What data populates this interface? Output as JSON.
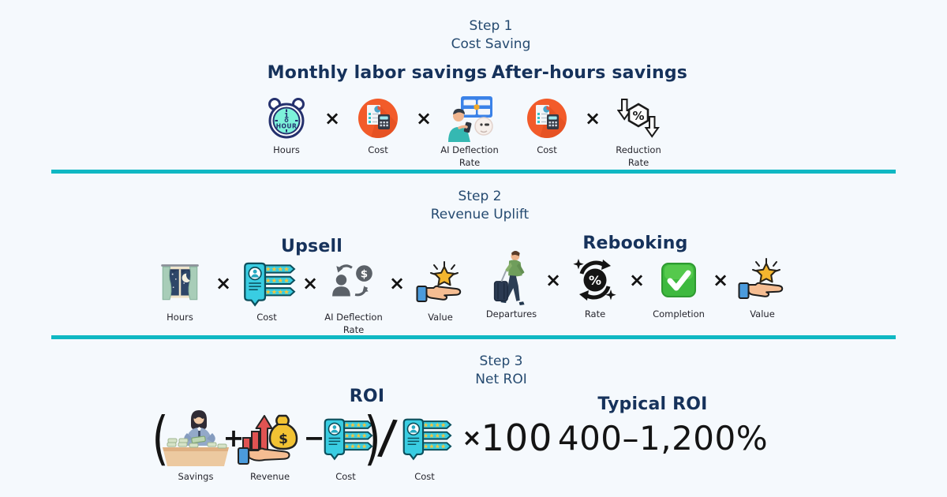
{
  "colors": {
    "background": "#f5f9fd",
    "divider_teal": "#0fb8c3",
    "step_header_navy": "#254a70",
    "heading_navy": "#16325b",
    "label_dark": "#26262e",
    "operator_black": "#141414",
    "icon_orange": "#f25b2a",
    "icon_teal_badge": "#39cde2",
    "icon_mint_clock": "#7df2da",
    "icon_green_check": "#3eb93e",
    "icon_gold_star": "#f4b62e"
  },
  "operators": {
    "multiply": "×",
    "plus": "+",
    "minus": "−",
    "divide": "/",
    "paren_open": "(",
    "paren_close": ")"
  },
  "step1": {
    "step_label": "Step 1",
    "step_title": "Cost Saving",
    "group_monthly": {
      "heading": "Monthly labor savings",
      "items": [
        {
          "icon": "alarm-clock-icon",
          "label": "Hours"
        },
        {
          "icon": "cost-calculator-icon",
          "label": "Cost"
        },
        {
          "icon": "ai-agent-robot-icon",
          "label": "AI Deflection Rate"
        }
      ]
    },
    "group_afterhours": {
      "heading": "After-hours savings",
      "items": [
        {
          "icon": "cost-calculator-icon",
          "label": "Cost"
        },
        {
          "icon": "reduction-rate-icon",
          "label": "Reduction Rate"
        }
      ]
    }
  },
  "step2": {
    "step_label": "Step 2",
    "step_title": "Revenue Uplift",
    "group_upsell": {
      "heading": "Upsell",
      "items": [
        {
          "icon": "window-night-icon",
          "label": "Hours"
        },
        {
          "icon": "ratings-badge-icon",
          "label": "Cost"
        },
        {
          "icon": "dollar-exchange-icon",
          "label": "AI Deflection Rate"
        },
        {
          "icon": "hand-star-icon",
          "label": "Value"
        }
      ]
    },
    "group_rebooking": {
      "heading": "Rebooking",
      "items": [
        {
          "icon": "traveler-luggage-icon",
          "label": "Departures"
        },
        {
          "icon": "percent-refresh-icon",
          "label": "Rate"
        },
        {
          "icon": "completion-check-icon",
          "label": "Completion"
        },
        {
          "icon": "hand-star-icon",
          "label": "Value"
        }
      ]
    }
  },
  "step3": {
    "step_label": "Step 3",
    "step_title": "Net ROI",
    "roi_heading": "ROI",
    "formula_labels": {
      "savings": "Savings",
      "revenue": "Revenue",
      "cost1": "Cost",
      "cost2": "Cost"
    },
    "multiplier": "100",
    "typical_roi_heading": "Typical ROI",
    "typical_roi_value": "400–1,200%"
  }
}
